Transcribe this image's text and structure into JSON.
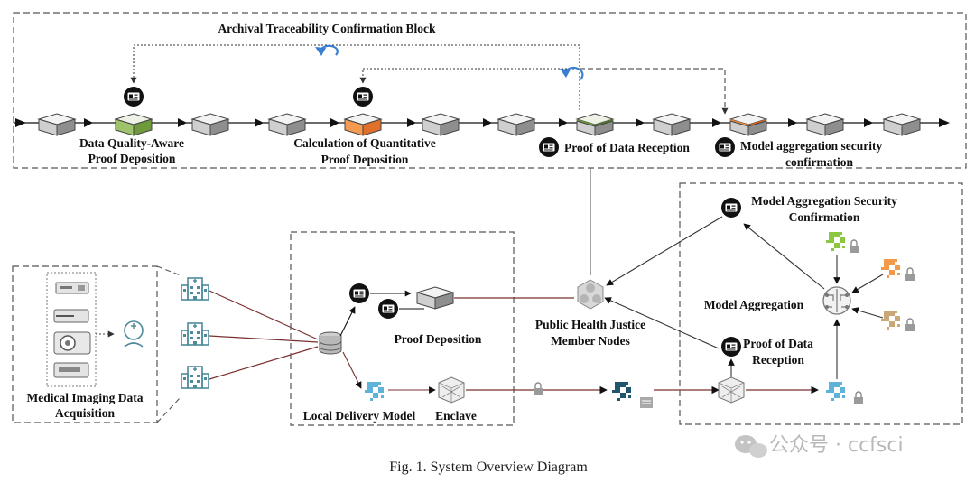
{
  "figure": {
    "caption": "Fig. 1.  System Overview Diagram",
    "watermark": "公众号 · ccfsci"
  },
  "top_block": {
    "title": "Archival Traceability Confirmation Block",
    "labels": {
      "dqa_line1": "Data Quality-Aware",
      "dqa_line2": "Proof Deposition",
      "calc_line1": "Calculation of Quantitative",
      "calc_line2": "Proof Deposition",
      "reception": "Proof of Data Reception",
      "agg_line1": "Model aggregation security",
      "agg_line2": "confirmation"
    }
  },
  "bottom": {
    "medical_line1": "Medical Imaging Data",
    "medical_line2": "Acquisition",
    "local_delivery": "Local Delivery Model",
    "enclave": "Enclave",
    "proof_deposition": "Proof Deposition",
    "member_line1": "Public Health Justice",
    "member_line2": "Member Nodes",
    "agg_sec_line1": "Model Aggregation Security",
    "agg_sec_line2": "Confirmation",
    "model_aggregation": "Model Aggregation",
    "pdr_line1": "Proof of Data",
    "pdr_line2": "Reception"
  },
  "colors": {
    "green_block": "#8db35a",
    "orange_block": "#f08a3c",
    "teal_dark": "#1f5570",
    "teal_light": "#5fb3d9",
    "green_icon": "#8dc63f",
    "orange_icon": "#f39a4a",
    "tan_icon": "#c9a777",
    "link": "#7a3030",
    "accent_blue": "#3a7fd0"
  }
}
